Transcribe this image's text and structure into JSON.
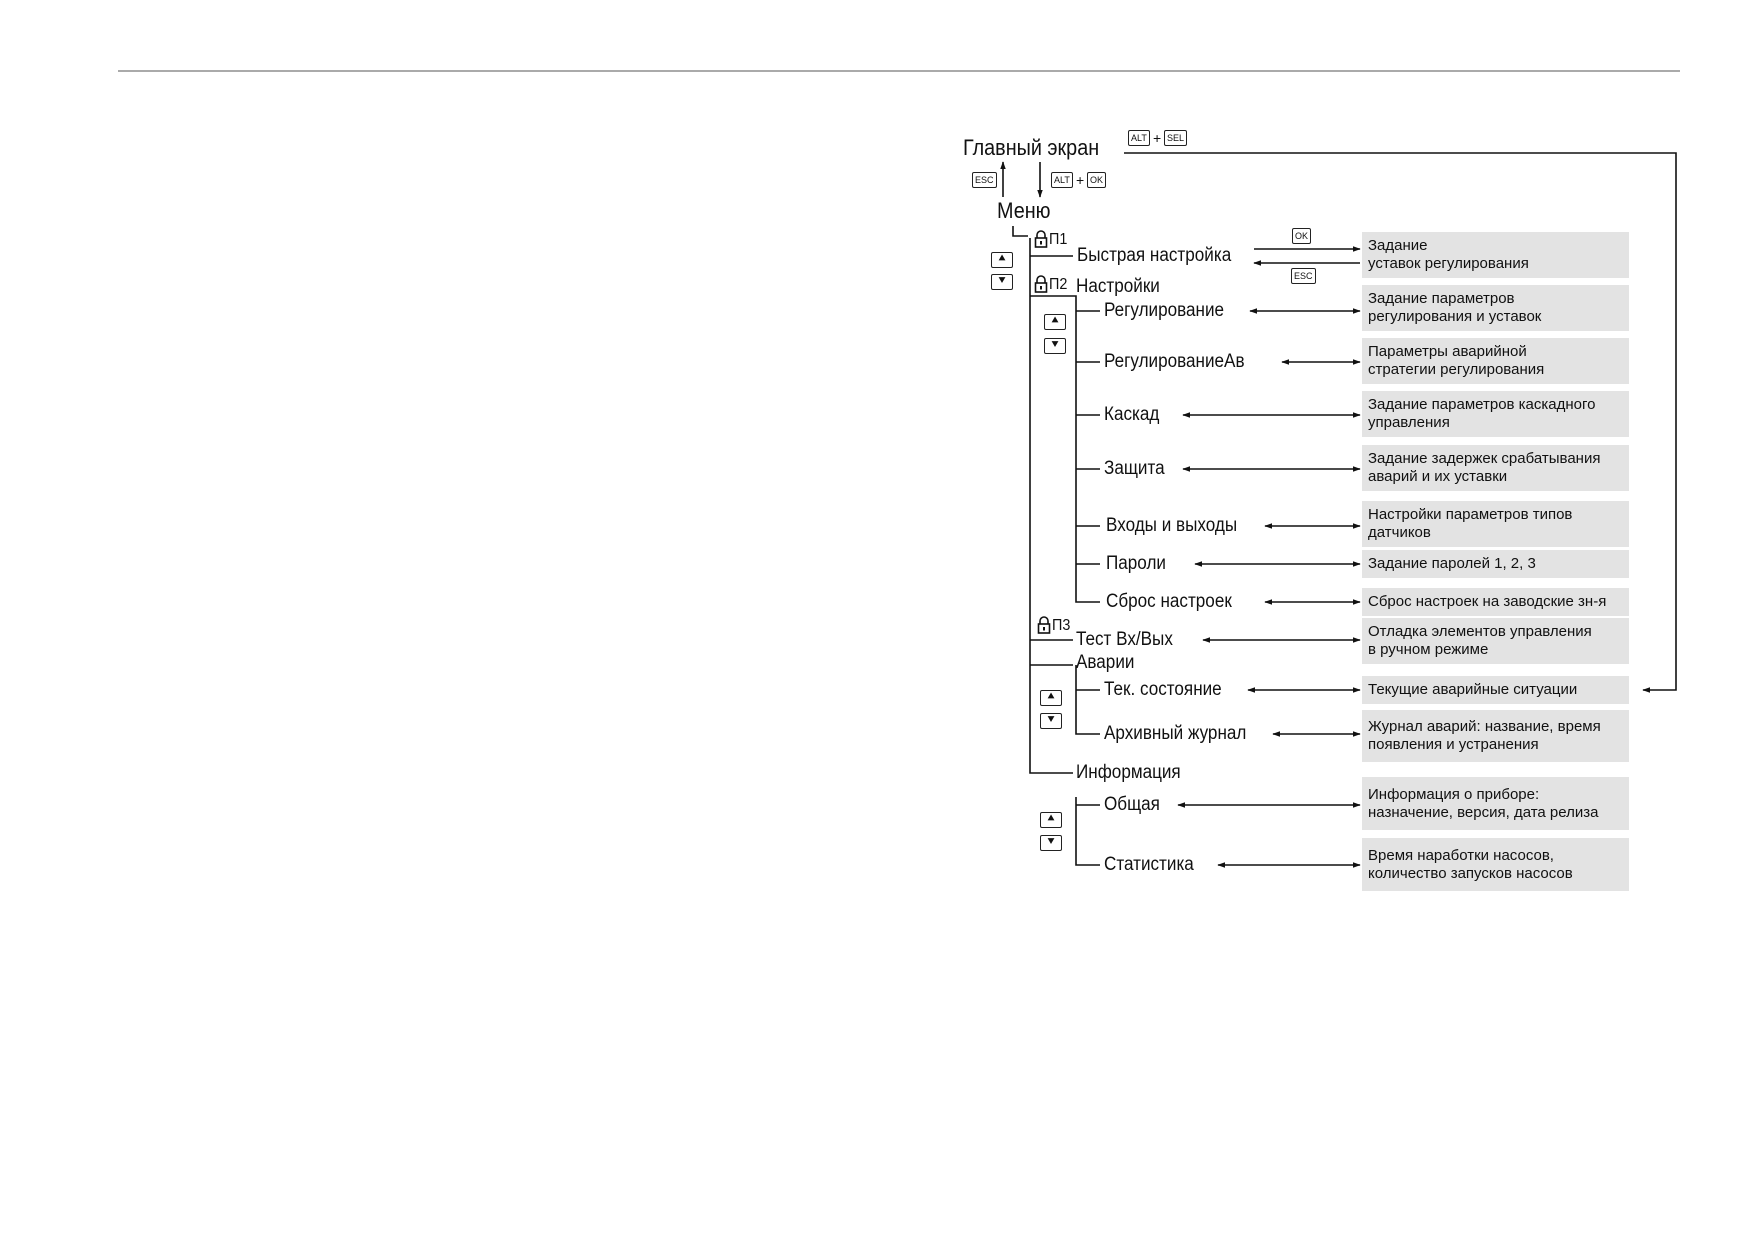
{
  "header": {
    "title": "Главный экран"
  },
  "menu_label": "Меню",
  "keys": {
    "alt": "ALT",
    "sel": "SEL",
    "ok": "OK",
    "esc": "ESC",
    "plus": "+"
  },
  "levels": {
    "p1": "П1",
    "p2": "П2",
    "p3": "П3"
  },
  "items": {
    "quick_setup": "Быстрая настройка",
    "settings": "Настройки",
    "regulation": "Регулирование",
    "regulation_av": "РегулированиеАв",
    "cascade": "Каскад",
    "protection": "Защита",
    "io": "Входы и выходы",
    "passwords": "Пароли",
    "reset": "Сброс настроек",
    "test_io": "Тест Вх/Вых",
    "alarms": "Аварии",
    "current_state": "Тек. состояние",
    "archive_log": "Архивный журнал",
    "information": "Информация",
    "general": "Общая",
    "statistics": "Статистика"
  },
  "descriptions": {
    "quick_setup": "Задание\nуставок регулирования",
    "regulation": "Задание параметров\nрегулирования и уставок",
    "regulation_av": "Параметры аварийной\nстратегии регулирования",
    "cascade": "Задание параметров каскадного\nуправления",
    "protection": "Задание задержек срабатывания\nаварий и их уставки",
    "io": "Настройки параметров типов\nдатчиков",
    "passwords": "Задание паролей 1, 2, 3",
    "reset": "Сброс настроек на заводские зн-я",
    "test_io": "Отладка элементов управления\nв ручном режиме",
    "current_state": "Текущие аварийные ситуации",
    "archive_log": "Журнал аварий: название, время\nпоявления и устранения",
    "general": "Информация о приборе:\nназначение, версия, дата релиза",
    "statistics": "Время наработки насосов,\nколичество запусков насосов"
  },
  "icons": {
    "lock": "lock-icon",
    "up": "double-chevron-up-icon",
    "down": "double-chevron-down-icon"
  },
  "colors": {
    "description_bg": "#e3e3e3",
    "line": "#111111"
  }
}
